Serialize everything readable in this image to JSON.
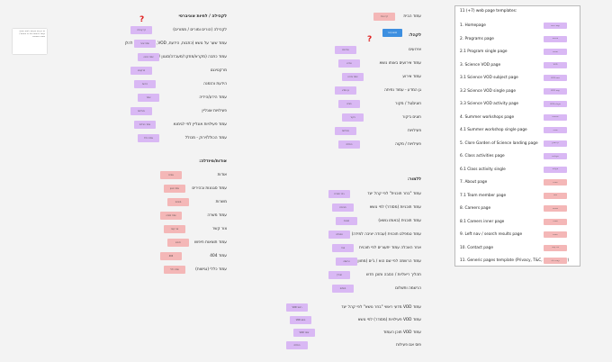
{
  "card": {
    "text": "יש רק את הקישור לאתר שהוא קישור לרשימה של כל החוגים / טיוטה ראשונית"
  },
  "col1": {
    "header": "לקהילה / לחיות אוניברסי",
    "rows": [
      {
        "text": "לקהילה (הורים ומורים / ממורים)",
        "sticky": "דף קהילה"
      },
      {
        "text": "עמוד שער על נושא (כתבות, הידעת, VOD, סרטונים) לפי להלן",
        "sticky": "עמוד שער"
      },
      {
        "text": "עמוד כתבה (מקרא/מחקר/מעבדה/סגנון / מיוחד)",
        "sticky": "עמוד כתבה"
      },
      {
        "text": "מרקטינגט",
        "sticky": "מרקטינג"
      },
      {
        "text": "הידעת והזמנה",
        "sticky": "הידעת"
      },
      {
        "text": "עמוד הידע/הידיה",
        "sticky": "עמוד"
      },
      {
        "text": "פעילויות אונליין",
        "sticky": "פעילויות"
      },
      {
        "text": "עמוד פעילויות אונליין לפי לגימנא",
        "sticky": "עמוד פעילות"
      },
      {
        "text": "עמוד הכולל/ירוק - מכולל",
        "sticky": "עמוד כולל"
      }
    ],
    "header2": "אודות/מיודלה:",
    "rows2": [
      {
        "text": "אודות",
        "sticky": "אודות"
      },
      {
        "text": "עמוד סגנונות ובהירים",
        "sticky": "עמוד סגנון"
      },
      {
        "text": "משרות",
        "sticky": "משרות"
      },
      {
        "text": "עמוד משרה",
        "sticky": "עמוד משרה"
      },
      {
        "text": "צור קשר",
        "sticky": "צור קשר"
      },
      {
        "text": "עמוד תוצאות חיפוש",
        "sticky": "חיפוש"
      },
      {
        "text": "עמוד 404",
        "sticky": "404"
      },
      {
        "text": "עמוד כללי (נגישות)",
        "sticky": "עמוד כללי"
      }
    ]
  },
  "col2": {
    "top_title": "עמוד הבית",
    "top_sticky": "דף הבית",
    "header": "לקהל:",
    "blue_label": "מטאה/בגד",
    "rows": [
      {
        "text": "אירועים",
        "sticky": "אירועים"
      },
      {
        "text": "עמוד אירועים באותו נושא",
        "sticky": "אירוע"
      },
      {
        "text": "עמוד אירוע",
        "sticky": "עמוד אירוע"
      },
      {
        "text": "גן המדע - עמוד נחיתה",
        "sticky": "גן המדע"
      },
      {
        "text": "חוגים/גל / מקור",
        "sticky": "חוגים"
      },
      {
        "text": "חוגים ביקור",
        "sticky": "ביקור"
      },
      {
        "text": "פעילויות",
        "sticky": "פעילויות"
      },
      {
        "text": "פעילויות / מקוה",
        "sticky": "פעילות"
      }
    ],
    "header2": "ללמור:",
    "rows2": [
      {
        "text": "עמוד \"בחר תוכנית\" לפי קהל יעד",
        "sticky": "בחר תוכנית"
      },
      {
        "text": "עמוד תוכניות (מסודר) לפי נושא",
        "sticky": "תוכניות"
      },
      {
        "text": "עמוד תוכנית (באותו נושא)",
        "sticky": "תוכנית"
      },
      {
        "text": "עמוד טמפלט תוכנית (עבודה יציבה למידה)",
        "sticky": "טמפלט"
      },
      {
        "text": "אחר האכלה עמוד יתעורים לפי תוכנית",
        "sticky": "אחר"
      },
      {
        "text": "עמוד הרשמה לפי שם הוא / ג'ים (מחוון)",
        "sticky": "הרשמה"
      },
      {
        "text": "תהליך ריאליות / הסבה ותוכן חדש",
        "sticky": "תהליך"
      },
      {
        "text": "הרשמה ותשלום",
        "sticky": "תשלום"
      }
    ],
    "rows3": [
      {
        "text": "עמוד VOD מדעי ראשי \"בחר נושא\" לפי קהל יעד",
        "sticky": "VOD ראשי"
      },
      {
        "text": "עמוד VOD פעילויות (מסודר) לפי נושא",
        "sticky": "VOD נושא"
      },
      {
        "text": "עמוד VOD תוכן העמוד",
        "sticky": "VOD עמוד"
      },
      {
        "text": "פוס אם פעילות",
        "sticky": "פעילות"
      }
    ]
  },
  "panel": {
    "title": "11 (+7) web page templates:",
    "items": [
      {
        "label": "1. Homepage",
        "sticky": "עמוד הבית",
        "color": "#d9b8f4"
      },
      {
        "label": "2. Programs page",
        "sticky": "תוכניות",
        "color": "#d9b8f4"
      },
      {
        "label": "2.1 Program single page",
        "sticky": "תוכנית",
        "color": "#d9b8f4"
      },
      {
        "label": "3. Science VOD page",
        "sticky": "VOD",
        "color": "#d9b8f4"
      },
      {
        "label": "3.1 Science VOD subject page",
        "sticky": "VOD נושא",
        "color": "#d9b8f4"
      },
      {
        "label": "3.2 Science VOD single page",
        "sticky": "VOD עמוד",
        "color": "#d9b8f4"
      },
      {
        "label": "3.3 Science VOD activity page",
        "sticky": "VOD פעילות",
        "color": "#d9b8f4"
      },
      {
        "label": "4. Summer workshops page",
        "sticky": "סדנאות",
        "color": "#d9b8f4"
      },
      {
        "label": "4.1 Summer workshop single page",
        "sticky": "סדנה",
        "color": "#d9b8f4"
      },
      {
        "label": "5. Clore Garden of Science landing page",
        "sticky": "גן המדע",
        "color": "#d9b8f4"
      },
      {
        "label": "6. Class activities page",
        "sticky": "פעילויות",
        "color": "#d9b8f4"
      },
      {
        "label": "6.1 Class activity single",
        "sticky": "פעילות",
        "color": "#d9b8f4"
      },
      {
        "label": "7. About page",
        "sticky": "אודות",
        "color": "#f4b7b7"
      },
      {
        "label": "7.1 Team member page",
        "sticky": "צוות",
        "color": "#f4b7b7"
      },
      {
        "label": "8. Careers page",
        "sticky": "משרות",
        "color": "#f4b7b7"
      },
      {
        "label": "8.1 Careers inner page",
        "sticky": "משרה",
        "color": "#f4b7b7"
      },
      {
        "label": "9. Left nav / search results page",
        "sticky": "חיפוש",
        "color": "#f4b7b7"
      },
      {
        "label": "10. Contact page",
        "sticky": "צור קשר",
        "color": "#f4b7b7"
      },
      {
        "label": "11. Generic pages template (Privacy, T&C, Accessibility)",
        "sticky": "עמוד כללי",
        "color": "#f4b7b7"
      }
    ]
  }
}
